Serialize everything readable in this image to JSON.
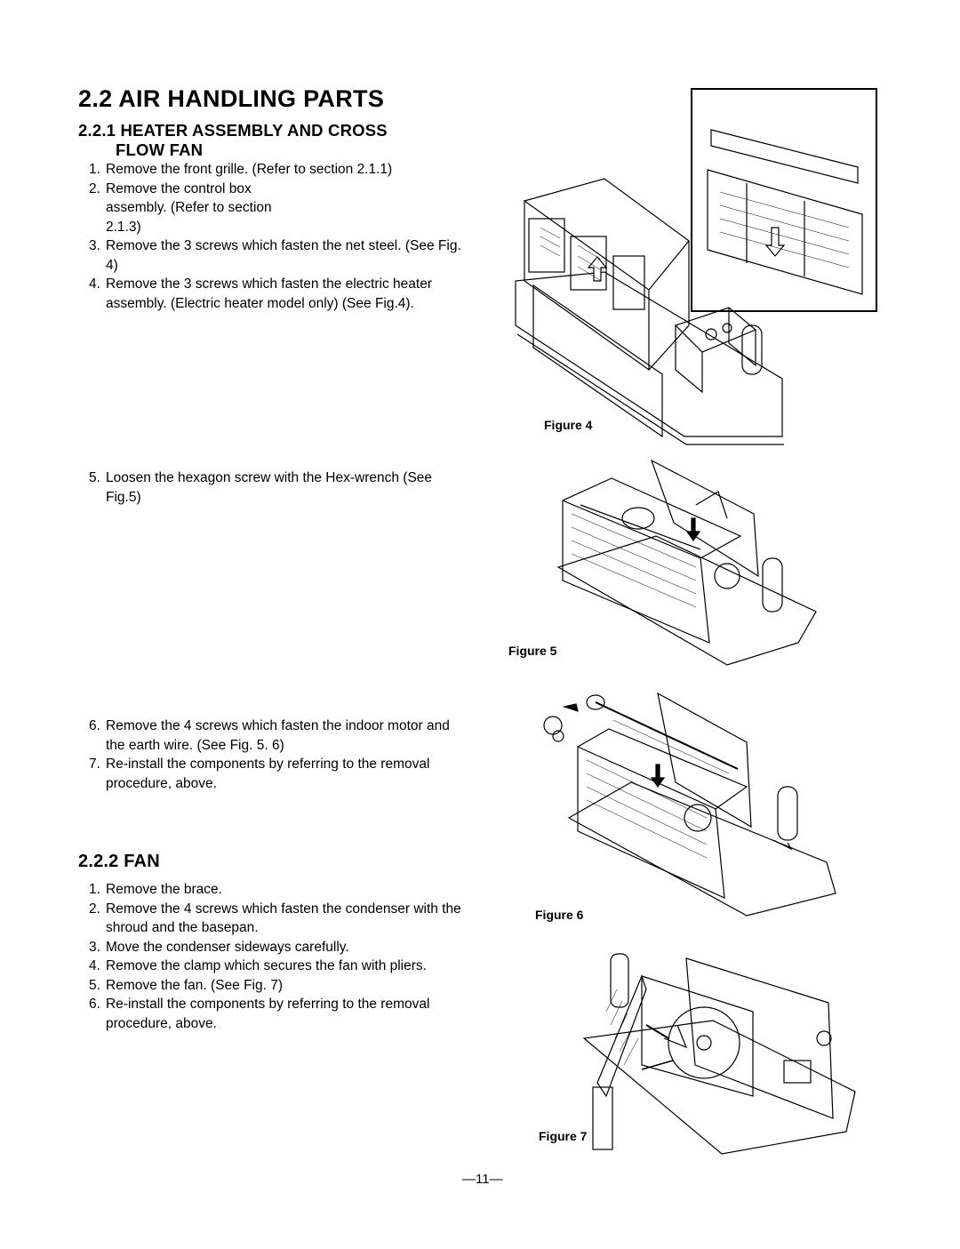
{
  "page_title": "2.2 AIR HANDLING PARTS",
  "section1": {
    "heading_line1": "2.2.1 HEATER ASSEMBLY AND CROSS",
    "heading_line2": "FLOW FAN",
    "steps_a": [
      {
        "num": "1.",
        "text": "Remove the front grille. (Refer to section 2.1.1)"
      },
      {
        "num": "2.",
        "text": "Remove the control box assembly. (Refer to section 2.1.3)"
      },
      {
        "num": "3.",
        "text": "Remove the 3 screws which fasten the net steel. (See Fig. 4)"
      },
      {
        "num": "4.",
        "text": "Remove the 3 screws which fasten the electric heater assembly. (Electric heater model only) (See Fig.4)."
      }
    ],
    "steps_b": [
      {
        "num": "5.",
        "text": "Loosen the hexagon screw with the Hex-wrench (See Fig.5)"
      }
    ],
    "steps_c": [
      {
        "num": "6.",
        "text": "Remove the 4 screws which fasten the indoor motor and the earth wire. (See Fig. 5. 6)"
      },
      {
        "num": "7.",
        "text": "Re-install the components by referring to the removal procedure, above."
      }
    ]
  },
  "section2": {
    "heading": "2.2.2 FAN",
    "steps": [
      {
        "num": "1.",
        "text": "Remove the brace."
      },
      {
        "num": "2.",
        "text": "Remove the 4 screws which fasten the condenser with the shroud and the basepan."
      },
      {
        "num": "3.",
        "text": "Move the condenser sideways carefully."
      },
      {
        "num": "4.",
        "text": "Remove the clamp which secures the fan with pliers."
      },
      {
        "num": "5.",
        "text": "Remove the fan. (See Fig. 7)"
      },
      {
        "num": "6.",
        "text": "Re-install the components by referring to the removal procedure, above."
      }
    ]
  },
  "figures": {
    "fig4": "Figure 4",
    "fig5": "Figure 5",
    "fig6": "Figure 6",
    "fig7": "Figure 7"
  },
  "page_number": "—11—"
}
